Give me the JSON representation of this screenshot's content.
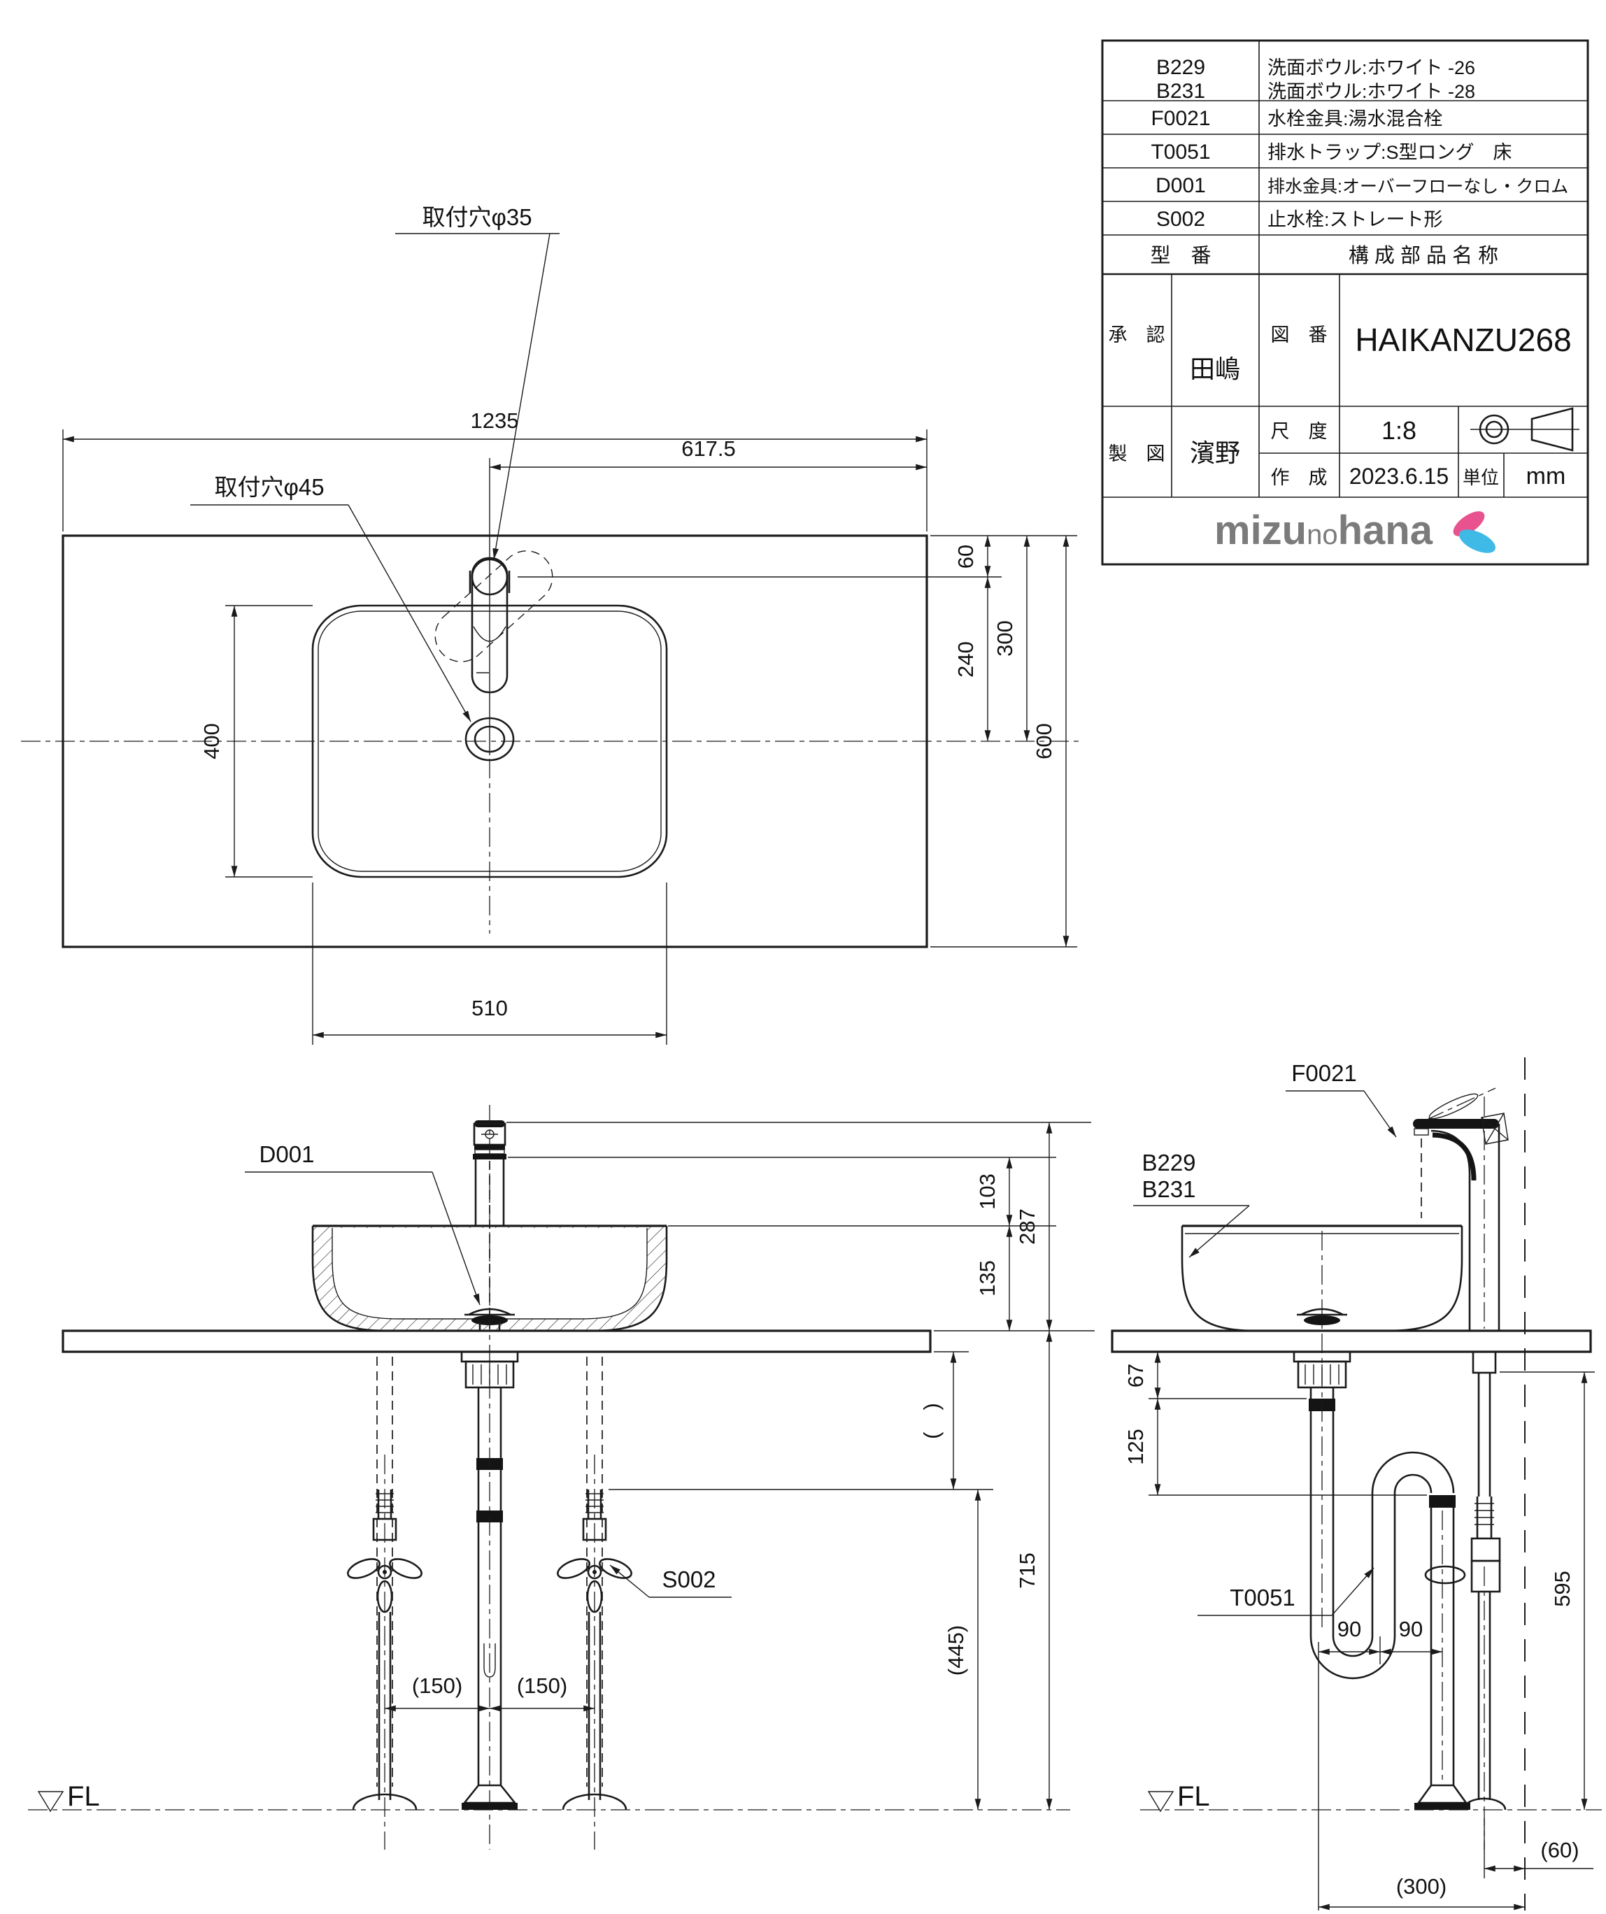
{
  "title_block": {
    "parts_rows": {
      "r1": {
        "code1": "B229",
        "code2": "B231",
        "name1": "洗面ボウル:ホワイト -26",
        "name2": "洗面ボウル:ホワイト -28"
      },
      "r2": {
        "code": "F0021",
        "name": "水栓金具:湯水混合栓"
      },
      "r3": {
        "code": "T0051",
        "name": "排水トラップ:S型ロング　床"
      },
      "r4": {
        "code": "D001",
        "name": "排水金具:オーバーフローなし・クロム"
      },
      "r5": {
        "code": "S002",
        "name": "止水栓:ストレート形"
      }
    },
    "header": {
      "col_code": "型　番",
      "col_name": "構 成 部 品 名 称"
    },
    "approval_label": "承　認",
    "approver": "田嶋",
    "dwg_no_label": "図　番",
    "dwg_no": "HAIKANZU268",
    "draft_label": "製　図",
    "drafter": "濱野",
    "scale_label": "尺　度",
    "scale_value": "1:8",
    "created_label": "作　成",
    "created_value": "2023.6.15",
    "unit_label": "単位",
    "unit_value": "mm",
    "logo": {
      "part1": "mizu",
      "part2": "no",
      "part3": "hana",
      "pink": "#e8538f",
      "blue": "#3fb9e6",
      "gray": "#7b7b7b"
    }
  },
  "top_view": {
    "label_hole35": "取付穴φ35",
    "label_hole45": "取付穴φ45",
    "dim_width": "1235",
    "dim_half": "617.5",
    "dim_60": "60",
    "dim_240": "240",
    "dim_300": "300",
    "dim_600": "600",
    "dim_basin_depth": "400",
    "dim_basin_width": "510"
  },
  "front_view": {
    "label_drain": "D001",
    "label_stop": "S002",
    "dim_103": "103",
    "dim_287": "287",
    "dim_135": "135",
    "dim_blank": "(　)",
    "dim_150_left": "(150)",
    "dim_150_right": "(150)",
    "dim_445": "(445)",
    "dim_715": "715",
    "fl": "FL"
  },
  "side_view": {
    "label_basin1": "B229",
    "label_basin2": "B231",
    "label_faucet": "F0021",
    "label_trap": "T0051",
    "dim_67": "67",
    "dim_125": "125",
    "dim_90a": "90",
    "dim_90b": "90",
    "dim_595": "595",
    "dim_60": "(60)",
    "dim_300": "(300)",
    "fl": "FL"
  }
}
